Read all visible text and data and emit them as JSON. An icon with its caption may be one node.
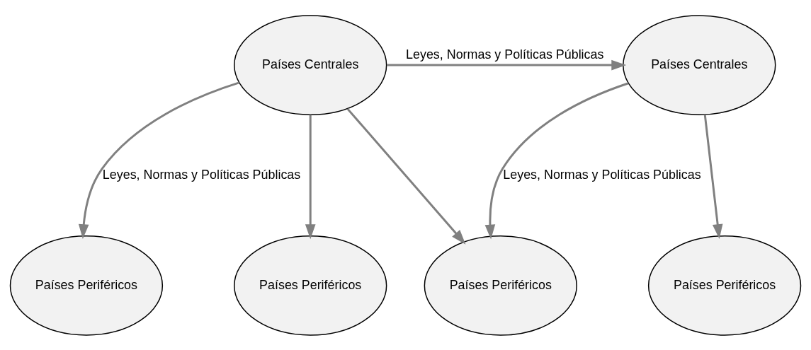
{
  "diagram": {
    "nodes": [
      {
        "text": [
          "Países Centrales"
        ]
      },
      {
        "text": [
          "Países Centrales"
        ]
      },
      {
        "text": [
          "Países Periféricos"
        ]
      },
      {
        "text": [
          "Países Periféricos"
        ]
      },
      {
        "text": [
          "Países Periféricos"
        ]
      },
      {
        "text": [
          "Países Periféricos"
        ]
      }
    ],
    "edges": [
      {
        "from": 0,
        "to": 1,
        "arrow": "to",
        "label": "Leyes, Normas y Políticas Públicas"
      },
      {
        "from": 0,
        "to": 2,
        "arrow": "to",
        "label": "Leyes, Normas y Políticas Públicas"
      },
      {
        "from": 0,
        "to": 3,
        "arrow": "to"
      },
      {
        "from": 0,
        "to": 4,
        "arrow": "to"
      },
      {
        "from": 1,
        "to": 4,
        "arrow": "to",
        "label": "Leyes, Normas y Políticas Públicas"
      },
      {
        "from": 1,
        "to": 5,
        "arrow": "to"
      }
    ]
  }
}
